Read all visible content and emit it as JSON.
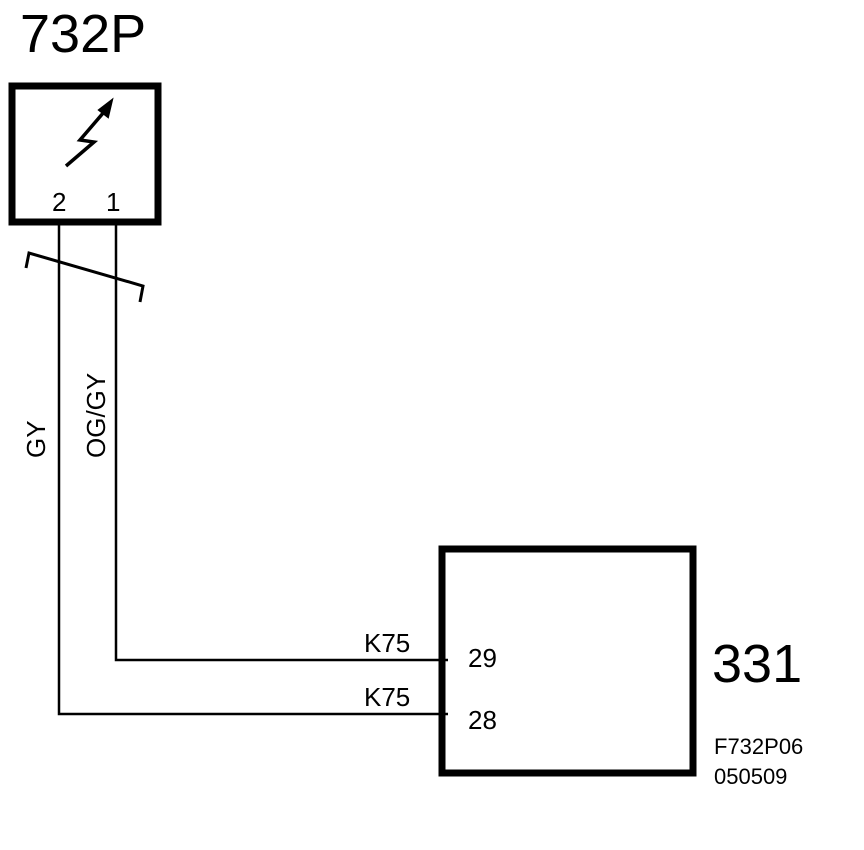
{
  "sensor": {
    "id": "732P",
    "pins": [
      "2",
      "1"
    ],
    "symbol": "variable-sensor-icon"
  },
  "module": {
    "id": "331",
    "pins": [
      "29",
      "28"
    ]
  },
  "wires": [
    {
      "color": "OG/GY",
      "from_pin": "1",
      "connector": "K75",
      "to_pin": "29"
    },
    {
      "color": "GY",
      "from_pin": "2",
      "connector": "K75",
      "to_pin": "28"
    }
  ],
  "drawing_ref": {
    "code": "F732P06",
    "date": "050509"
  }
}
